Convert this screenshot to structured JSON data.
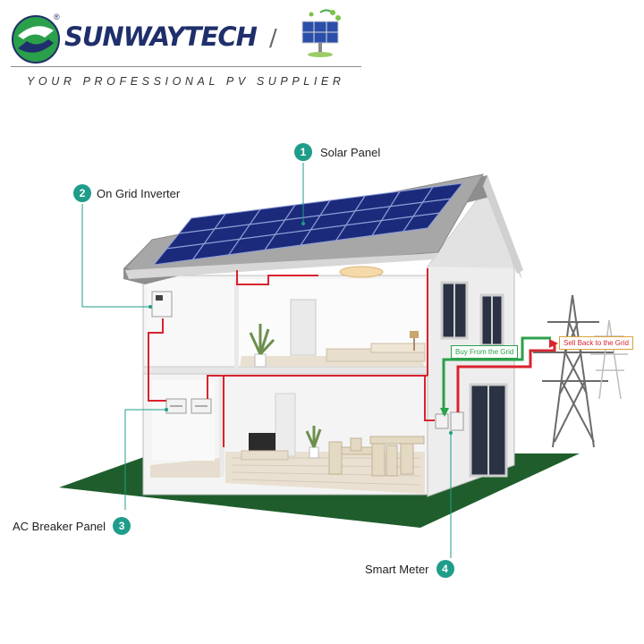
{
  "header": {
    "brand": "SUNWAYTECH",
    "registered": "®",
    "tagline": "YOUR PROFESSIONAL PV SUPPLIER"
  },
  "callouts": [
    {
      "number": "1",
      "label": "Solar Panel"
    },
    {
      "number": "2",
      "label": "On Grid Inverter"
    },
    {
      "number": "3",
      "label": "AC Breaker Panel"
    },
    {
      "number": "4",
      "label": "Smart Meter"
    }
  ],
  "flows": {
    "buy": "Buy From the Grid",
    "sell": "Sell Back to the Grid"
  },
  "colors": {
    "callout": "#1f9d8a",
    "wire_red": "#d9232e",
    "wire_green": "#2aa04a",
    "lawn": "#1f5e2c",
    "panel": "#1c2a7c",
    "brand": "#1f2f6b"
  }
}
